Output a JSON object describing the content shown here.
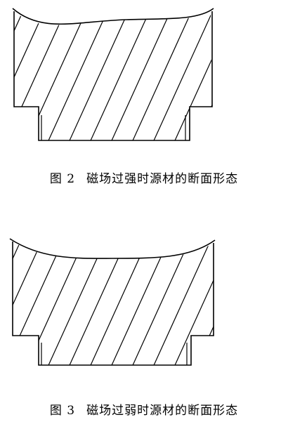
{
  "figures": [
    {
      "label": "图 2",
      "caption": "磁场过强时源材的断面形态"
    },
    {
      "label": "图 3",
      "caption": "磁场过弱时源材的断面形态"
    }
  ]
}
